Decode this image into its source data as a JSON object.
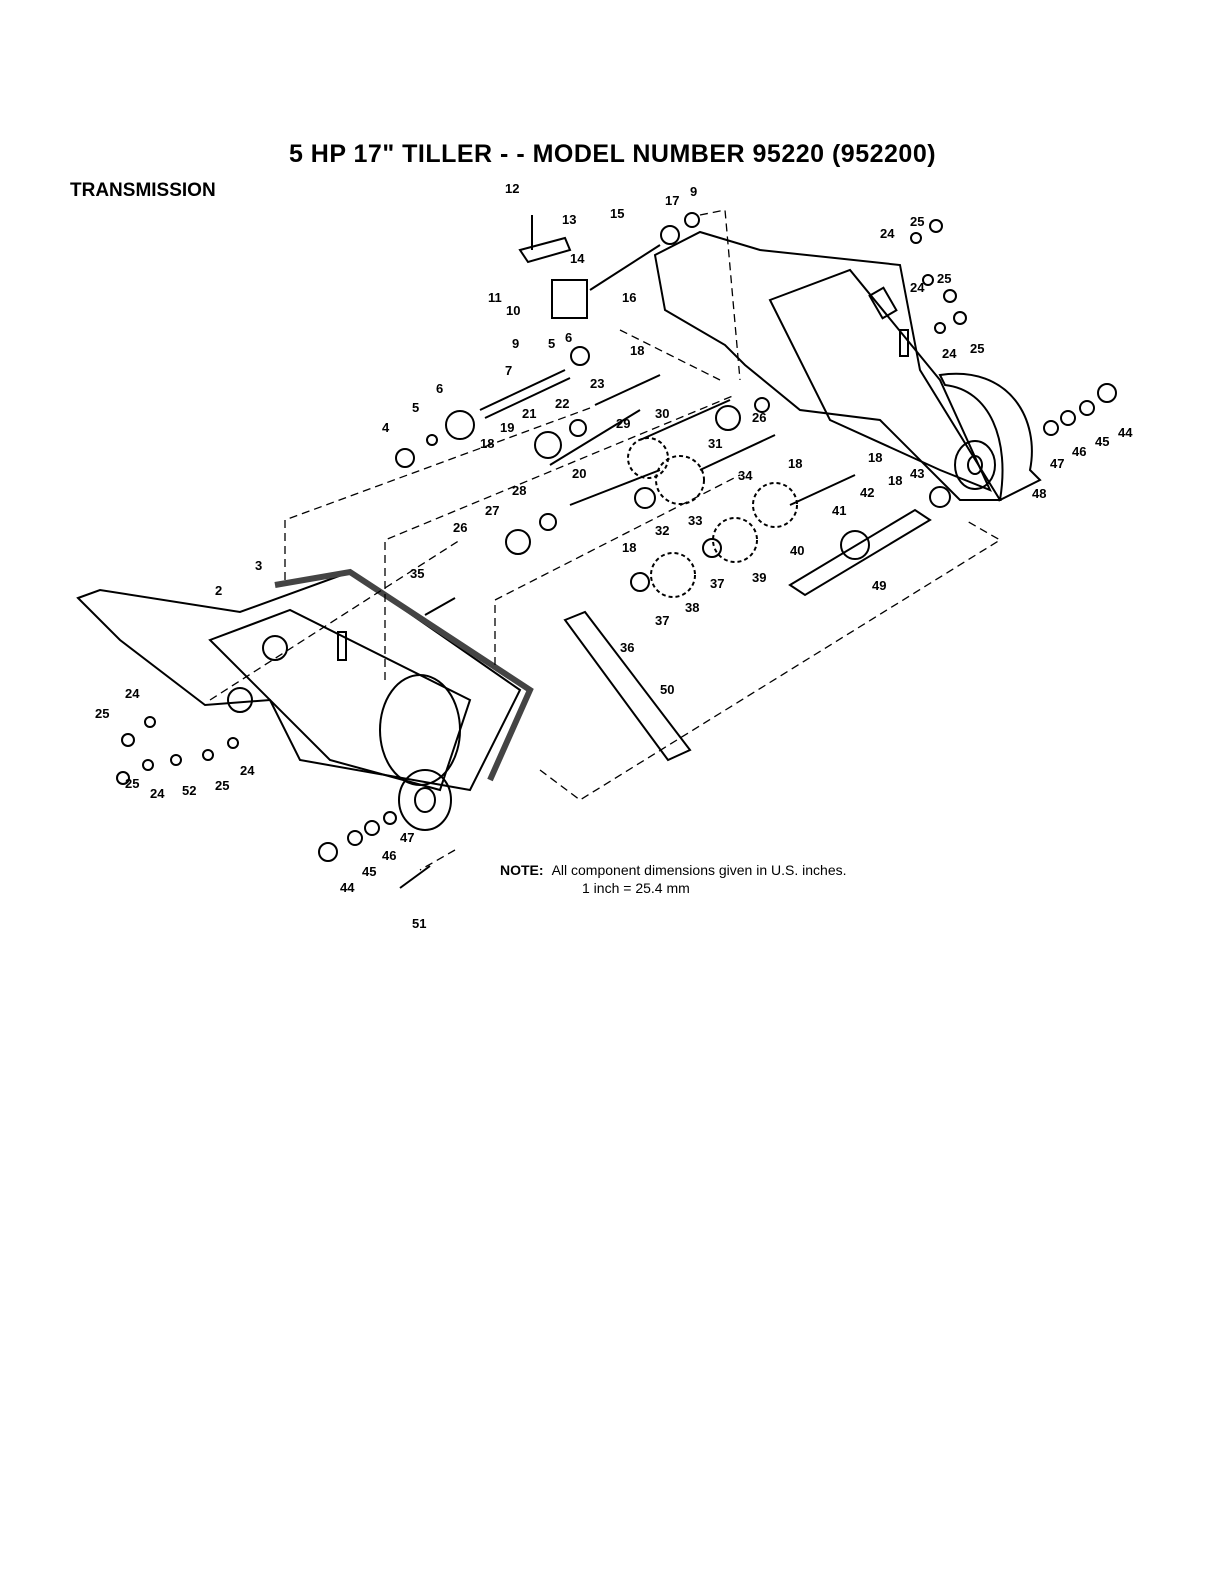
{
  "title": "5 HP  17\" TILLER - - MODEL NUMBER 95220 (952200)",
  "section": "TRANSMISSION",
  "note": {
    "label": "NOTE:",
    "line1": "All component dimensions given in U.S. inches.",
    "line2": "1 inch = 25.4 mm"
  },
  "part_numbers": [
    "2",
    "3",
    "4",
    "5",
    "5",
    "6",
    "6",
    "7",
    "9",
    "9",
    "10",
    "11",
    "12",
    "13",
    "14",
    "15",
    "16",
    "17",
    "18",
    "18",
    "18",
    "18",
    "18",
    "18",
    "19",
    "20",
    "21",
    "22",
    "23",
    "24",
    "24",
    "24",
    "24",
    "24",
    "24",
    "25",
    "25",
    "25",
    "25",
    "25",
    "25",
    "26",
    "26",
    "27",
    "28",
    "29",
    "30",
    "31",
    "32",
    "33",
    "34",
    "35",
    "36",
    "37",
    "37",
    "38",
    "39",
    "40",
    "41",
    "42",
    "43",
    "44",
    "44",
    "45",
    "45",
    "46",
    "46",
    "47",
    "47",
    "48",
    "49",
    "50",
    "51",
    "52"
  ]
}
